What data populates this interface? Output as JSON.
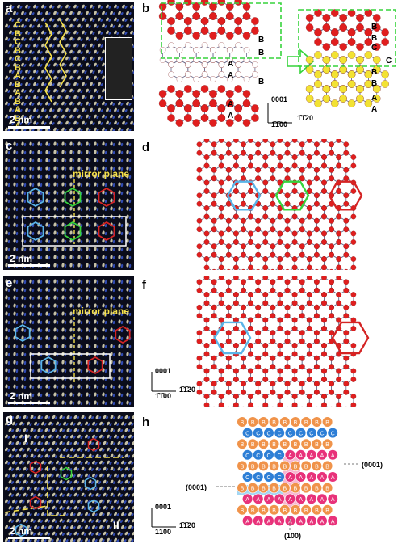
{
  "panels": {
    "a": "a",
    "b": "b",
    "c": "c",
    "d": "d",
    "e": "e",
    "f": "f",
    "g": "g",
    "h": "h"
  },
  "scale_bar": "2 nm",
  "stacking_sequence": [
    "C",
    "B",
    "C",
    "B",
    "C",
    "B",
    "A",
    "B",
    "A",
    "B",
    "A",
    "B",
    "A"
  ],
  "mirror_plane": "mirror plane",
  "b_left_labels": [
    "B",
    "B",
    "A",
    "A",
    "B",
    "A",
    "A"
  ],
  "b_right_labels": [
    "B",
    "B",
    "C",
    "C",
    "B",
    "B",
    "A",
    "A"
  ],
  "axes": {
    "vertical": "0001",
    "horizontal_1": "1̄1̄00",
    "horizontal_2": "1̄1̄20"
  },
  "h_planes": {
    "p1": "(0001)",
    "p2": "(0001)",
    "p3": "(1̄00)"
  },
  "g_regions": {
    "r1": "I",
    "r2": "II"
  },
  "h_grid": [
    [
      "B",
      "B",
      "B",
      "B",
      "B",
      "B",
      "B",
      "B",
      "B"
    ],
    [
      "C",
      "C",
      "C",
      "C",
      "C",
      "C",
      "C",
      "C",
      "C"
    ],
    [
      "B",
      "B",
      "B",
      "B",
      "B",
      "B",
      "B",
      "B",
      "B"
    ],
    [
      "C",
      "C",
      "C",
      "C",
      "A",
      "A",
      "A",
      "A",
      "A"
    ],
    [
      "B",
      "B",
      "B",
      "B",
      "B",
      "B",
      "B",
      "B",
      "B"
    ],
    [
      "C",
      "C",
      "C",
      "C",
      "A",
      "A",
      "A",
      "A",
      "A"
    ],
    [
      "B",
      "B",
      "B",
      "B",
      "B",
      "B",
      "B",
      "B",
      "B"
    ],
    [
      "A",
      "A",
      "A",
      "A",
      "A",
      "A",
      "A",
      "A",
      "A"
    ],
    [
      "B",
      "B",
      "B",
      "B",
      "B",
      "B",
      "B",
      "B",
      "B"
    ],
    [
      "A",
      "A",
      "A",
      "A",
      "A",
      "A",
      "A",
      "A",
      "A"
    ]
  ],
  "colors": {
    "B": "#f0934a",
    "C": "#2e7fd6",
    "A": "#e8327a",
    "atom": "#e01e1e",
    "yellow_atom": "#f2e233",
    "green": "#36d43c",
    "blue": "#5ab4e8",
    "red": "#d42424"
  }
}
